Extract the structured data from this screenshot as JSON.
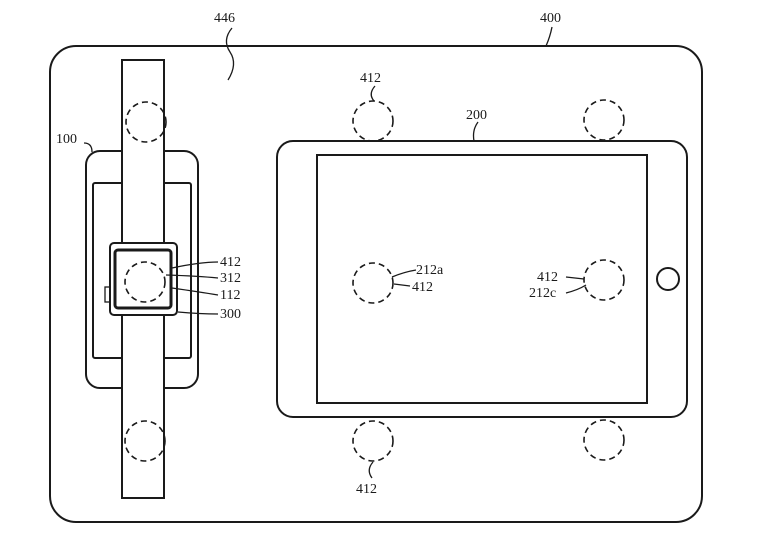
{
  "labels": {
    "pad": "400",
    "surface": "446",
    "watch_device": "100",
    "tablet": "200",
    "coil_top_left": "412",
    "coil_bottom": "412",
    "watch_coil_a": "412",
    "watch_312": "312",
    "watch_112": "112",
    "watch_300": "300",
    "tablet_212a": "212a",
    "tablet_412_a": "412",
    "tablet_412_c": "412",
    "tablet_212c": "212c"
  }
}
